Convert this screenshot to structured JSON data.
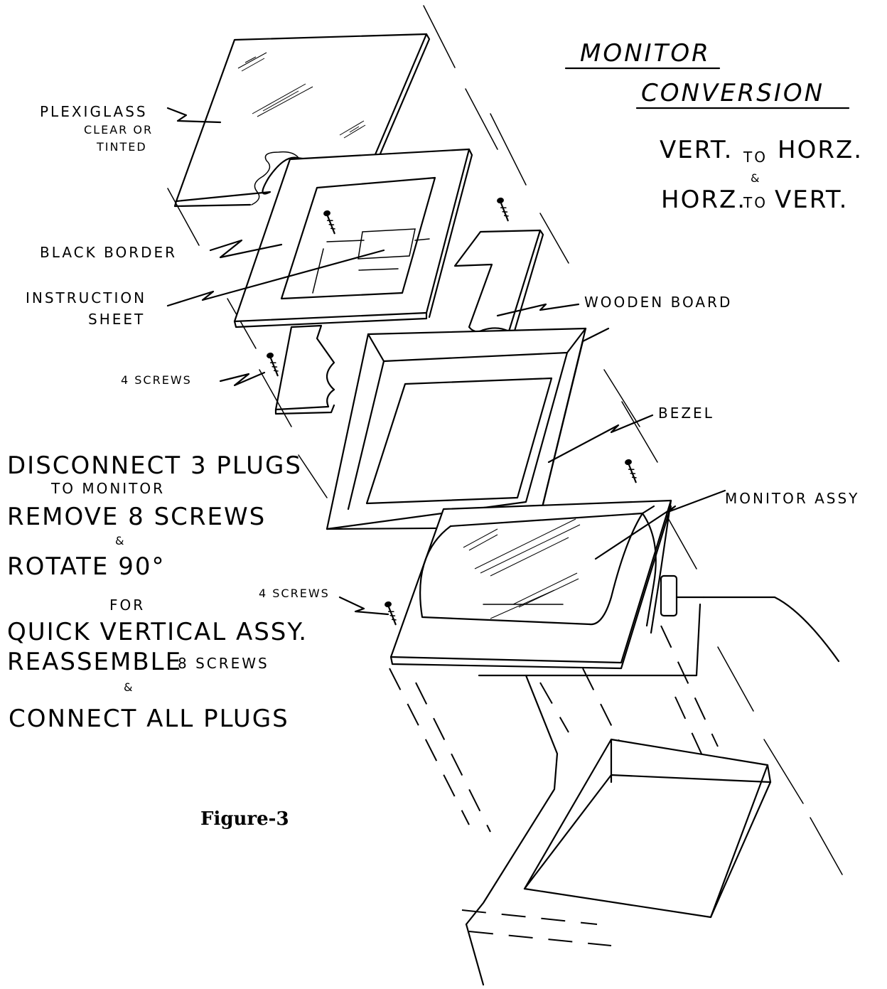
{
  "title": {
    "line1": "MONITOR",
    "line2": "CONVERSION"
  },
  "subtitle": {
    "line1_a": "VERT.",
    "line1_b": "TO",
    "line1_c": "HORZ.",
    "amp": "&",
    "line2_a": "HORZ.",
    "line2_b": "TO",
    "line2_c": "VERT."
  },
  "labels": {
    "plexiglass": "PLEXIGLASS",
    "plexiglass_sub1": "CLEAR OR",
    "plexiglass_sub2": "TINTED",
    "black_border": "BLACK BORDER",
    "instruction_1": "INSTRUCTION",
    "instruction_2": "SHEET",
    "wooden_board": "WOODEN BOARD",
    "screws_upper": "4 SCREWS",
    "bezel": "BEZEL",
    "monitor_assy": "MONITOR ASSY",
    "screws_lower": "4 SCREWS"
  },
  "instructions": {
    "l1": "DISCONNECT 3 PLUGS",
    "l2": "TO MONITOR",
    "l3": "REMOVE 8 SCREWS",
    "amp1": "&",
    "l4": "ROTATE 90°",
    "l5": "FOR",
    "l6": "QUICK VERTICAL ASSY.",
    "l7a": "REASSEMBLE",
    "l7b": "8 SCREWS",
    "amp2": "&",
    "l8": "CONNECT ALL PLUGS"
  },
  "figure_caption": "Figure-3"
}
